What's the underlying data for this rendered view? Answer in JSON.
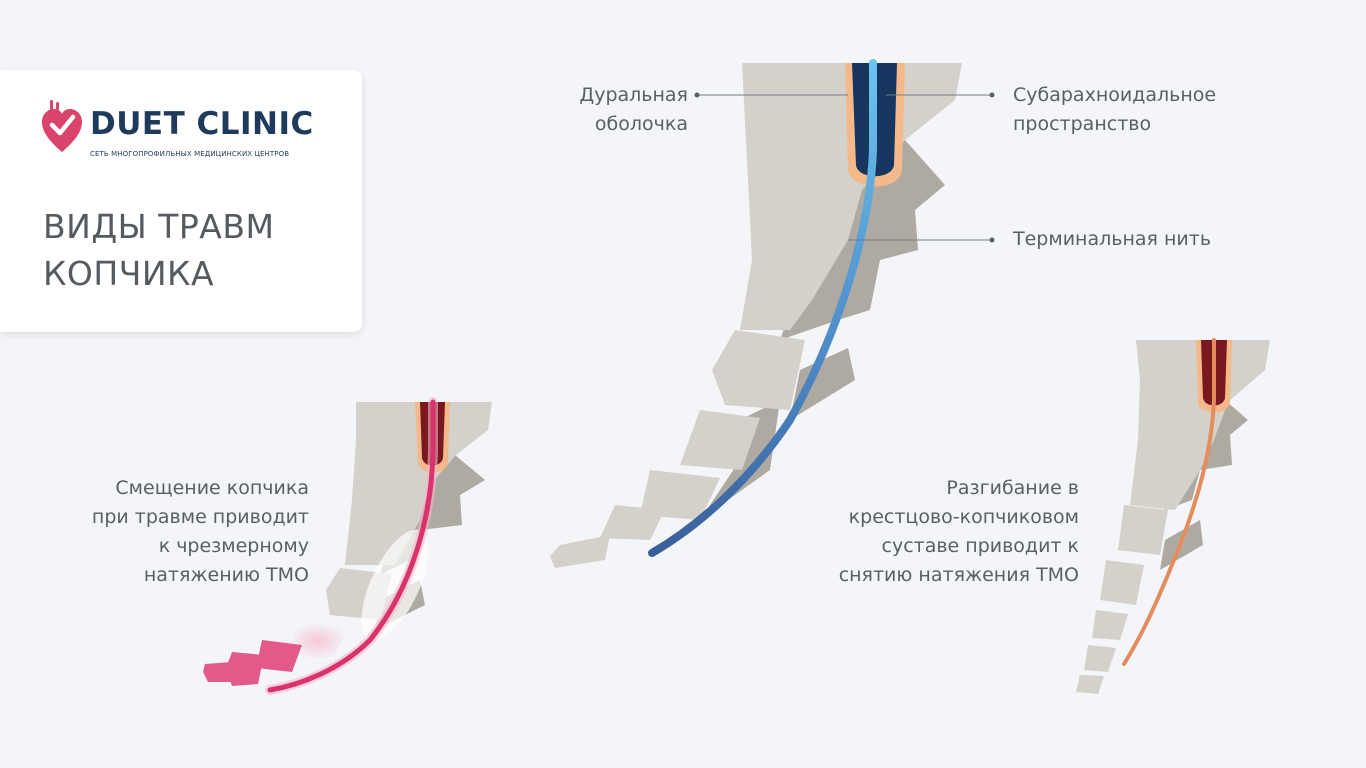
{
  "logo": {
    "brand": "DUET CLINIC",
    "tagline": "СЕТЬ МНОГОПРОФИЛЬНЫХ МЕДИЦИНСКИХ ЦЕНТРОВ",
    "icon": "heart-check-icon",
    "color": "#d9436c"
  },
  "title": {
    "line1": "ВИДЫ ТРАВМ",
    "line2": "КОПЧИКА"
  },
  "labels": {
    "dural": {
      "line1": "Дуральная",
      "line2": "оболочка"
    },
    "subarachnoid": {
      "line1": "Субарахноидальное",
      "line2": "пространство"
    },
    "terminal": "Терминальная нить",
    "displacement": {
      "line1": "Смещение копчика",
      "line2": "при травме приводит",
      "line3": "к чрезмерному",
      "line4": "натяжению ТМО"
    },
    "extension": {
      "line1": "Разгибание в",
      "line2": "крестцово-копчиковом",
      "line3": "суставе приводит к",
      "line4": "снятию натяжения ТМО"
    }
  },
  "colors": {
    "bone": "#d3d1c9",
    "bone_shadow": "#aeaaa1",
    "dura": "#f4b98a",
    "filum_normal": "#63b3e0",
    "filum_tense": "#d8336c",
    "filum_relaxed": "#e58c5c"
  }
}
